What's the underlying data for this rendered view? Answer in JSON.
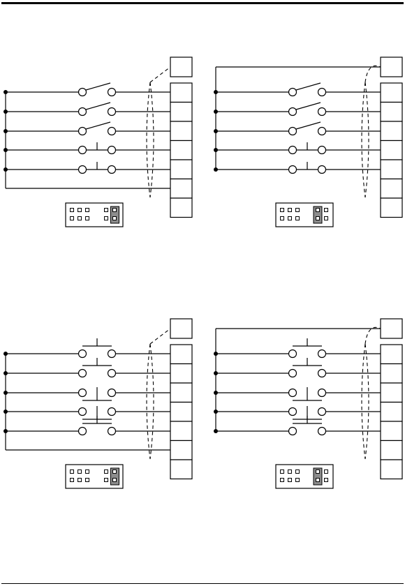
{
  "colors": {
    "ink": "#000000",
    "jumper_fill": "#8c8c8c",
    "paper": "#ffffff"
  },
  "diagrams": [
    {
      "id": "top-left",
      "contacts": [
        "no",
        "no",
        "no",
        "nc",
        "nc"
      ],
      "common_line_to_top_terminal": false,
      "shield_to_top_terminal": true,
      "jumper_position": "right",
      "terminal_count": 7,
      "header_rows": 2
    },
    {
      "id": "top-right",
      "contacts": [
        "no",
        "no",
        "no",
        "nc",
        "nc"
      ],
      "common_line_to_top_terminal": true,
      "shield_to_top_terminal": false,
      "jumper_position": "middle",
      "terminal_count": 7,
      "header_rows": 2
    },
    {
      "id": "bottom-left",
      "contacts": [
        "pb-no",
        "pb-no",
        "pb-nc",
        "pb-nc",
        "pb-no"
      ],
      "common_line_to_top_terminal": false,
      "shield_to_top_terminal": true,
      "jumper_position": "right",
      "terminal_count": 7,
      "header_rows": 2
    },
    {
      "id": "bottom-right",
      "contacts": [
        "pb-no",
        "pb-no",
        "pb-nc",
        "pb-nc",
        "pb-no"
      ],
      "common_line_to_top_terminal": true,
      "shield_to_top_terminal": false,
      "jumper_position": "middle",
      "terminal_count": 7,
      "header_rows": 2
    }
  ]
}
